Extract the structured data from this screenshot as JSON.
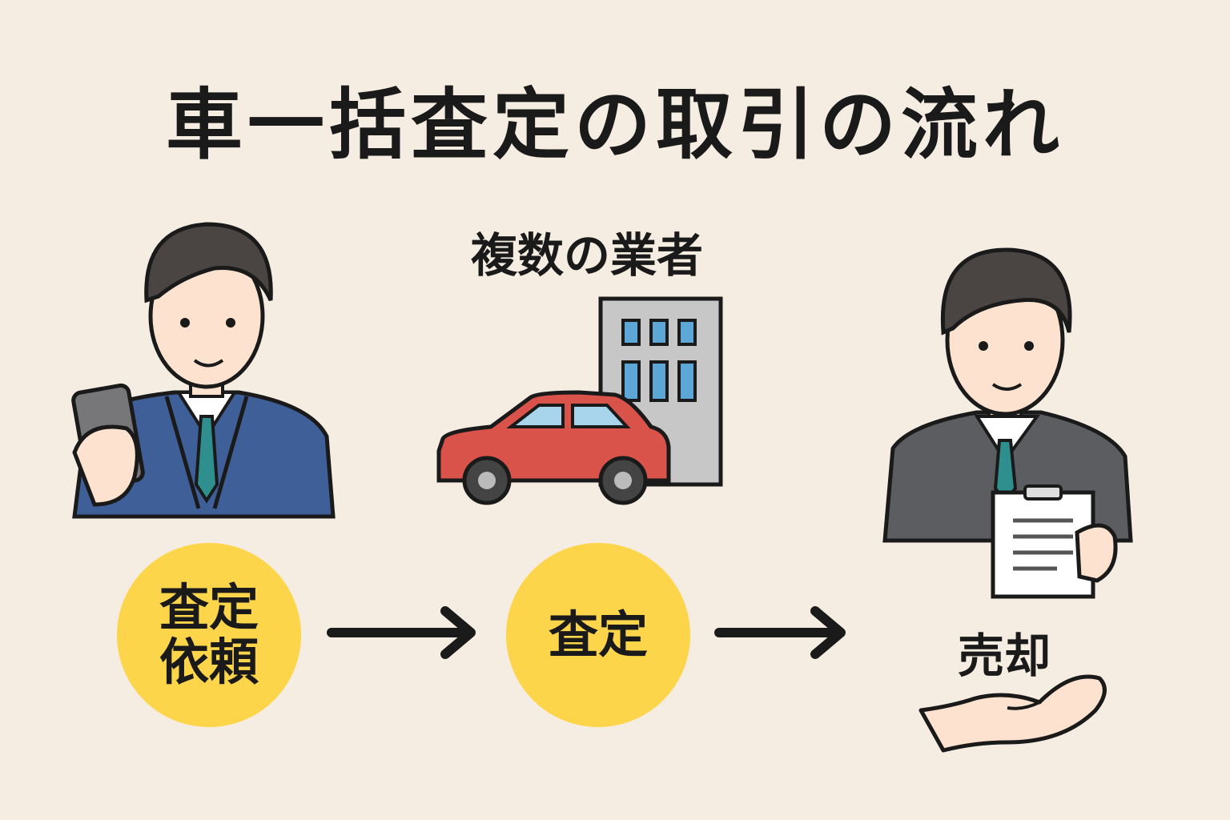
{
  "title": "車一括査定の取引の流れ",
  "dealers_label": "複数の業者",
  "steps": [
    {
      "line1": "査定",
      "line2": "依頼"
    },
    {
      "line1": "査定"
    }
  ],
  "sale_label": "売却",
  "colors": {
    "background": "#f5ede2",
    "circle": "#fcd54a",
    "car": "#d9534a",
    "suit_blue": "#3f5f99",
    "suit_gray": "#5c5d60",
    "tie": "#2f8f8f"
  }
}
